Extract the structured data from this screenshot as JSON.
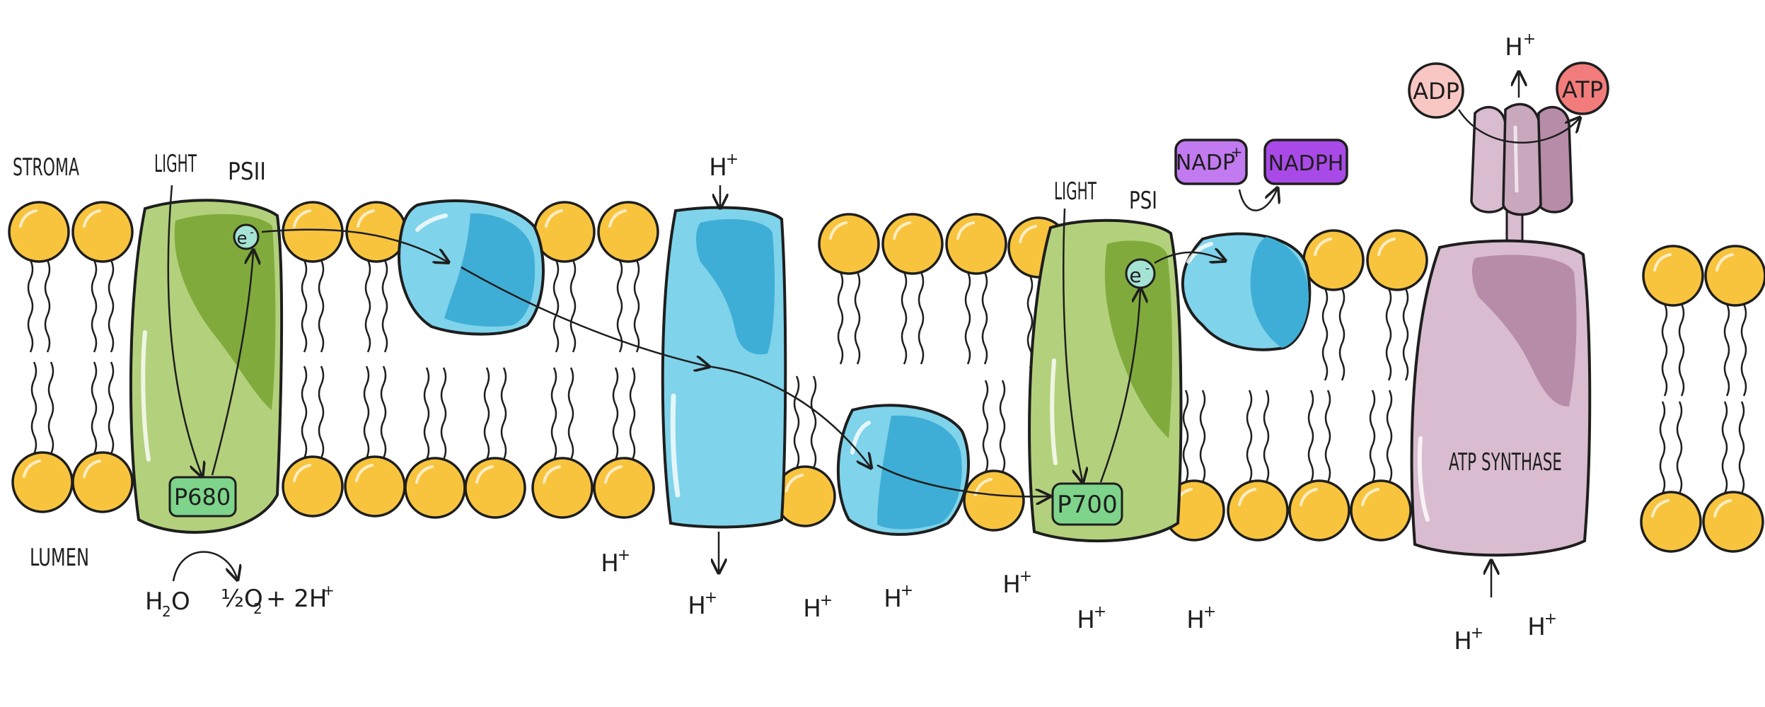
{
  "labels": {
    "stroma": "STROMA",
    "lumen": "LUMEN",
    "light_psii": "LIGHT",
    "light_psi": "LIGHT",
    "psii": "PSII",
    "psi": "PSI",
    "p680": "P680",
    "p700": "P700",
    "electron": "e",
    "electron_charge": "-",
    "nadp": "NADP",
    "nadp_charge": "+",
    "nadph": "NADPH",
    "adp": "ADP",
    "atp": "ATP",
    "atp_synthase": "ATP SYNTHASE",
    "proton": "H",
    "proton_charge": "+",
    "water_h": "H",
    "water_sub": "2",
    "water_o": "O",
    "oxygen_half": "½O",
    "oxygen_sub": "2",
    "oxygen_rest": "+ 2H",
    "oxygen_charge": "+"
  },
  "colors": {
    "lipid_head": "#f8c43e",
    "psii_body": "#b3d17c",
    "psii_inner": "#80ab3c",
    "cytochrome_light": "#7fd3ea",
    "cytochrome_dark": "#3eaed6",
    "atp_synthase_light": "#d9bccf",
    "atp_synthase_dark": "#b78ca8",
    "nadp": "#c27af0",
    "adp": "#f9c7c3",
    "atp": "#f27c7c",
    "outline": "#1e1e1e"
  }
}
